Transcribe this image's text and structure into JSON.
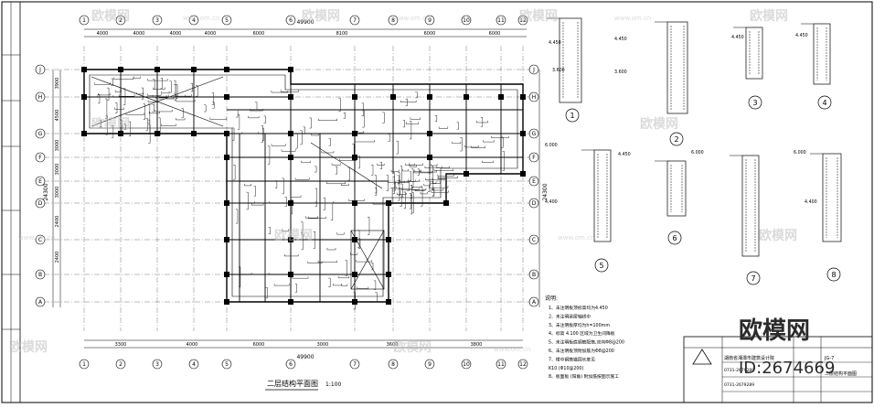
{
  "plan": {
    "title": "二层结构平面图",
    "scale": "1:100",
    "total_dim": "49900",
    "top_dims": [
      "4000",
      "4000",
      "4000",
      "4000",
      "6000",
      "8100",
      "6000",
      "6000"
    ],
    "bottom_dims": [
      "3300",
      "4000",
      "6000",
      "3000",
      "3600",
      "3800"
    ],
    "column_labels": [
      "1",
      "2",
      "3",
      "4",
      "5",
      "6",
      "7",
      "8",
      "9",
      "10",
      "11",
      "12"
    ],
    "row_labels": [
      "J",
      "H",
      "G",
      "F",
      "E",
      "D",
      "C",
      "B",
      "A"
    ],
    "left_dims": [
      "3900",
      "4500",
      "3000",
      "3000",
      "3000",
      "2400",
      "2400"
    ],
    "left_total": "24300"
  },
  "notes": {
    "heading": "说明:",
    "items": [
      "1、未注明板顶标高均为4.450",
      "2、未注明梁居轴线中",
      "3、未注明板厚均为h=100mm",
      "4、标高 4.100 区域为卫生间降板",
      "5、未注明板底钢筋配筋,双向Φ8@200",
      "6、未注明板顶附加筋为Φ8@200",
      "7、楼中钢筋锚固长度见",
      "K10 (Φ10@200)",
      "8、板面板 (阳角) 附加筋按图示施工"
    ]
  },
  "details": {
    "labels": [
      "1",
      "2",
      "3",
      "4",
      "5",
      "6",
      "7",
      "8"
    ],
    "elevations": [
      "4.450",
      "4.450",
      "4.450",
      "4.450",
      "6.000",
      "4.450",
      "6.000",
      "6.000",
      "3.600",
      "4.400",
      "4.400",
      "3.600"
    ]
  },
  "title_block": {
    "company": "湖南省湘潭市建筑设计院",
    "phone_1": "0731-2679289",
    "phone_2": "0731-2679289",
    "drawing_name": "二层结构平面图",
    "drawing_no": "JG-7"
  },
  "watermark": {
    "brand": "欧模网",
    "site": "www.om.cn",
    "id": "ID:2674669"
  }
}
